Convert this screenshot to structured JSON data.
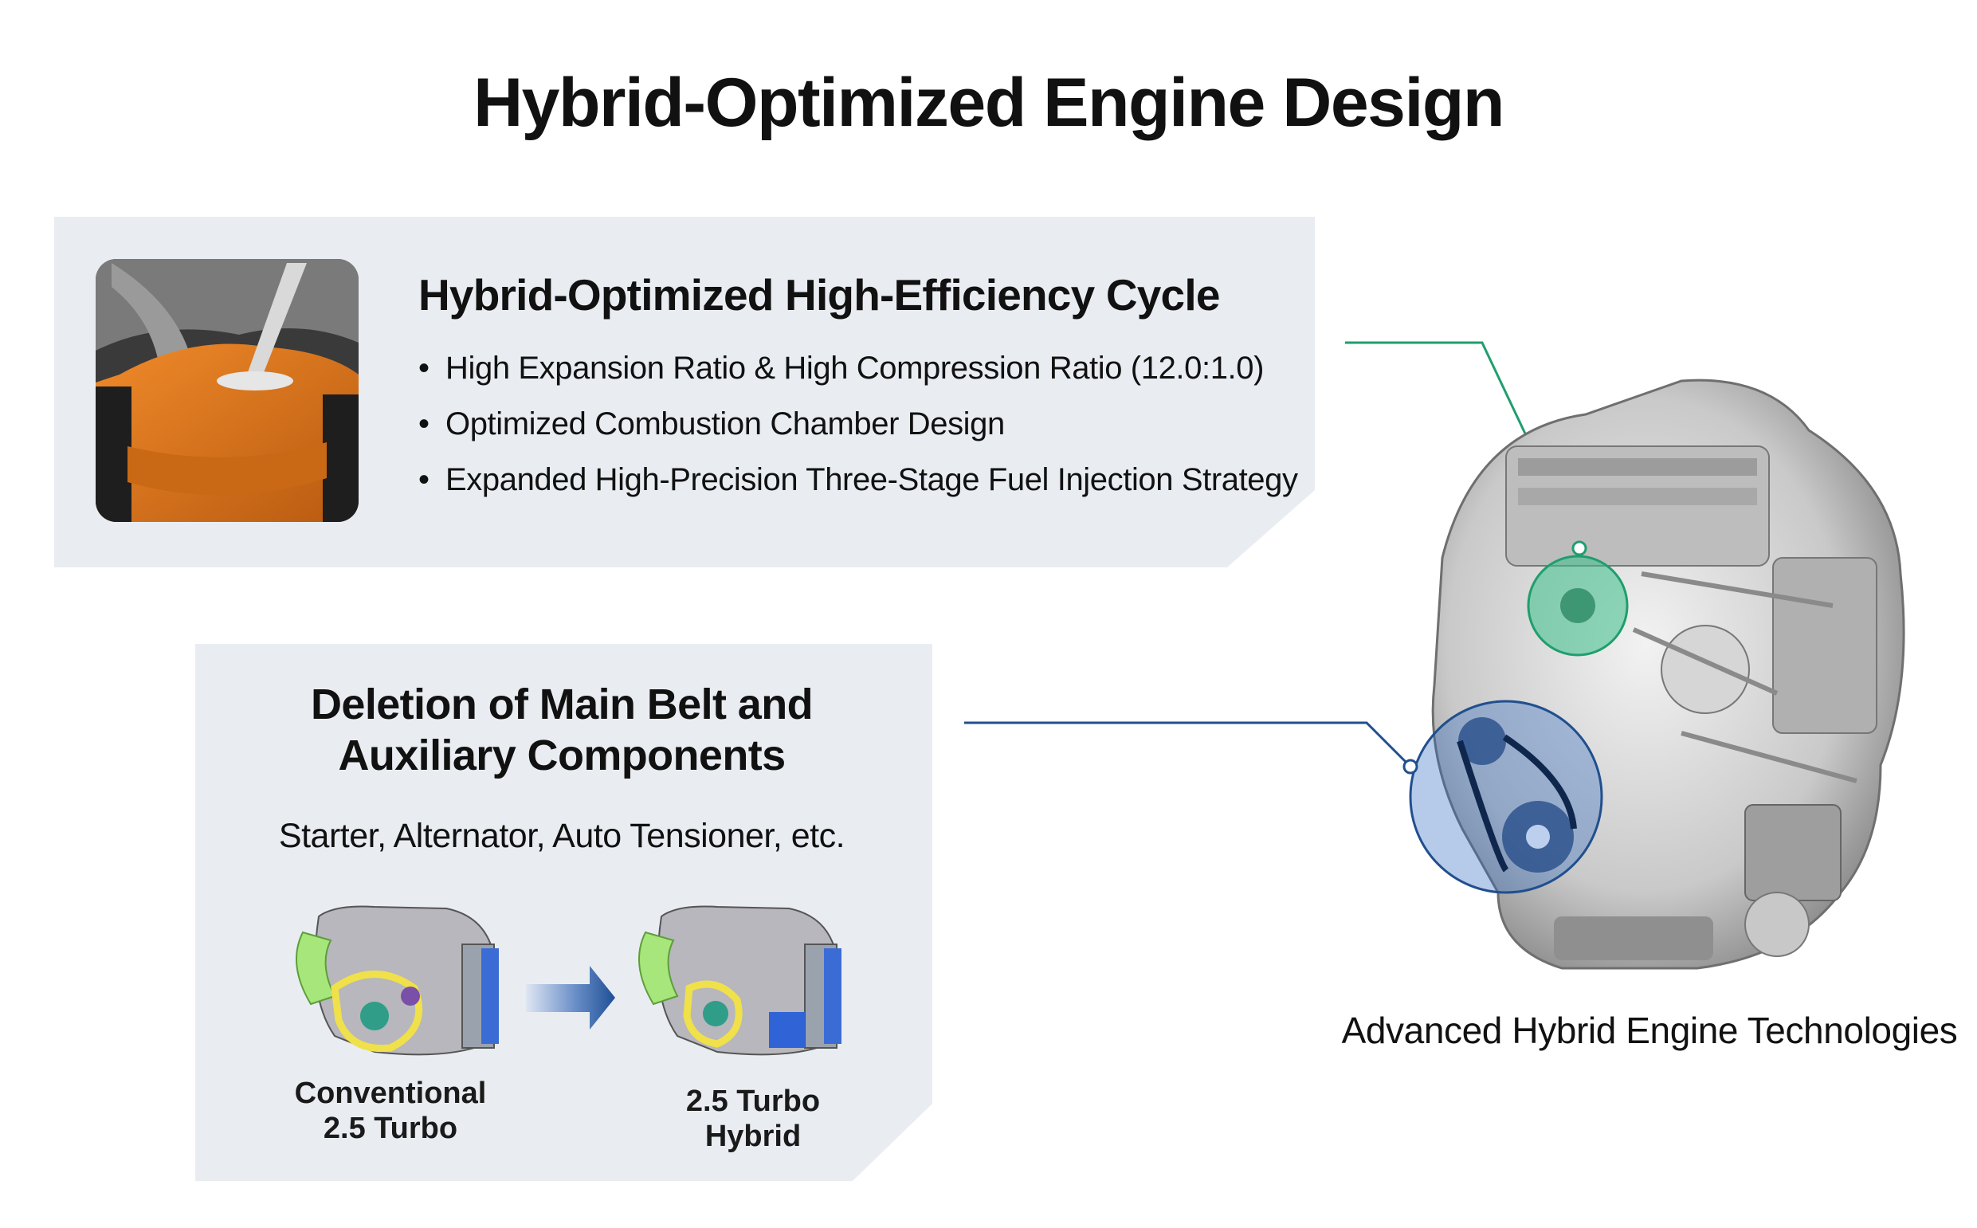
{
  "title": "Hybrid-Optimized Engine Design",
  "colors": {
    "panel_bg": "#e9edf2",
    "green_accent": "#1f9e6e",
    "blue_accent": "#214f8e",
    "chamber_orange": "#e0761a"
  },
  "panel_cycle": {
    "heading": "Hybrid-Optimized High-Efficiency Cycle",
    "bullets": [
      "High Expansion Ratio & High Compression Ratio (12.0:1.0)",
      "Optimized Combustion Chamber Design",
      "Expanded High-Precision Three-Stage Fuel Injection Strategy"
    ]
  },
  "panel_belt": {
    "heading_line1": "Deletion of Main Belt and",
    "heading_line2": "Auxiliary Components",
    "subtitle": "Starter, Alternator, Auto Tensioner, etc.",
    "before": {
      "line1": "Conventional",
      "line2": "2.5 Turbo"
    },
    "after": {
      "line1": "2.5 Turbo",
      "line2": "Hybrid"
    }
  },
  "engine": {
    "caption": "Advanced Hybrid Engine Technologies"
  }
}
